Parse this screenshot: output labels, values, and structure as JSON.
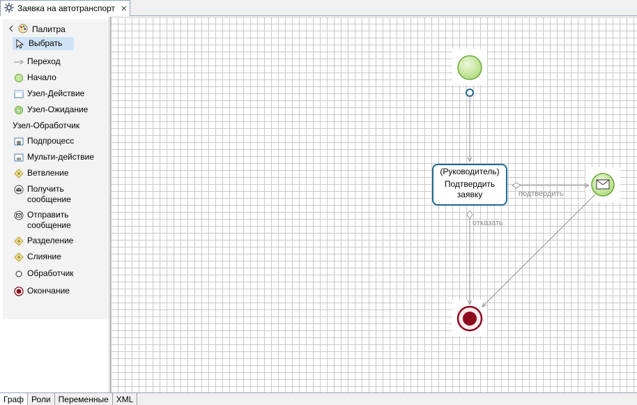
{
  "editor": {
    "tab_title": "Заявка на автотранспорт",
    "close_glyph": "✕"
  },
  "palette": {
    "title": "Палитра",
    "items": [
      {
        "label": "Выбрать",
        "icon": "cursor-icon"
      },
      {
        "label": "Переход",
        "icon": "arrow-icon"
      },
      {
        "label": "Начало",
        "icon": "start-event-icon"
      },
      {
        "label": "Узел-Действие",
        "icon": "task-icon"
      },
      {
        "label": "Узел-Ожидание",
        "icon": "timer-icon"
      },
      {
        "label": "Узел-Обработчик",
        "icon": ""
      },
      {
        "label": "Подпроцесс",
        "icon": "subprocess-icon"
      },
      {
        "label": "Мульти-действие",
        "icon": "multi-task-icon"
      },
      {
        "label": "Ветвление",
        "icon": "gateway-icon"
      },
      {
        "label": "Получить\nсообщение",
        "line1": "Получить",
        "line2": "сообщение",
        "icon": "receive-message-icon"
      },
      {
        "label": "Отправить\nсообщение",
        "line1": "Отправить",
        "line2": "сообщение",
        "icon": "send-message-icon"
      },
      {
        "label": "Разделение",
        "icon": "fork-icon"
      },
      {
        "label": "Слияние",
        "icon": "join-icon"
      },
      {
        "label": "Обработчик",
        "icon": "handler-icon"
      },
      {
        "label": "Окончание",
        "icon": "end-event-icon"
      }
    ]
  },
  "diagram": {
    "task": {
      "role": "(Руководитель)",
      "name_line1": "Подтвердить",
      "name_line2": "заявку"
    },
    "transitions": {
      "approve": "подтвердить",
      "reject": "отказать"
    },
    "colors": {
      "task_border": "#1d6a8f",
      "start_fill": "#c6e8a1",
      "end_fill": "#8b0a1e",
      "edge": "#8f8f8f"
    }
  },
  "bottom_tabs": [
    "Граф",
    "Роли",
    "Переменные",
    "XML"
  ]
}
